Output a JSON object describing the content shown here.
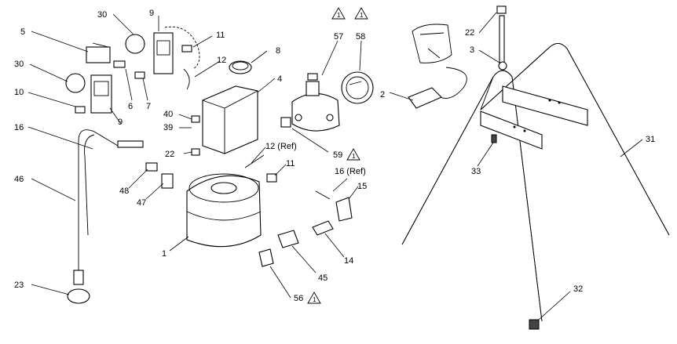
{
  "callouts": {
    "c30a": "30",
    "c9a": "9",
    "c5": "5",
    "c11a": "11",
    "c30b": "30",
    "c12": "12",
    "c8": "8",
    "c10": "10",
    "c6": "6",
    "c7": "7",
    "c9b": "9",
    "c4": "4",
    "c40": "40",
    "c39": "39",
    "c16a": "16",
    "c22a": "22",
    "c12ref": "12 (Ref)",
    "c46": "46",
    "c48": "48",
    "c47": "47",
    "c11b": "11",
    "c16ref": "16 (Ref)",
    "c15": "15",
    "c1": "1",
    "c14": "14",
    "c45": "45",
    "c23": "23",
    "c56": "56",
    "c57": "57",
    "c58": "58",
    "c2": "2",
    "c59": "59",
    "c22b": "22",
    "c3": "3",
    "c31": "31",
    "c33": "33",
    "c32": "32"
  },
  "revision_mark": "1",
  "colors": {
    "line": "#000000",
    "background": "#ffffff",
    "shade": "#d6d6d6"
  }
}
